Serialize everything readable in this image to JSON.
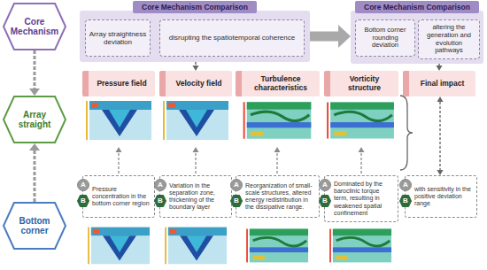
{
  "diagram": {
    "nodes": [
      {
        "text": [
          "Core Mechanism"
        ]
      },
      {
        "text": [
          "Array straight"
        ]
      },
      {
        "text": [
          "Bottom corner"
        ]
      },
      {
        "text": [
          "Core Mechanism Comparison"
        ]
      },
      {
        "text": [
          "Array straightness deviation"
        ],
        "in": 3
      },
      {
        "text": [
          "disrupting the spatiotemporal coherence"
        ],
        "in": 3
      },
      {
        "text": [
          "Core Mechanism Comparison"
        ]
      },
      {
        "text": [
          "Bottom corner rounding deviation"
        ],
        "in": 6
      },
      {
        "text": [
          "altering the generation and evolution pathways"
        ],
        "in": 6
      },
      {
        "text": [
          "Pressure field"
        ]
      },
      {
        "text": [
          "Velocity field"
        ]
      },
      {
        "text": [
          "Turbulence characteristics"
        ]
      },
      {
        "text": [
          "Vorticity structure"
        ]
      },
      {
        "text": [
          "Final impact"
        ]
      },
      {
        "text": [
          "Pressure concentration in the bottom corner region"
        ]
      },
      {
        "text": [
          "A"
        ],
        "in": 14
      },
      {
        "text": [
          "B"
        ],
        "in": 14
      },
      {
        "text": [
          "Variation in the separation zone, thickening of the boundary layer"
        ]
      },
      {
        "text": [
          "A"
        ],
        "in": 17
      },
      {
        "text": [
          "B"
        ],
        "in": 17
      },
      {
        "text": [
          "Reorganization of small-scale structures, altered energy redistribution in the dissipative range."
        ]
      },
      {
        "text": [
          "A"
        ],
        "in": 20
      },
      {
        "text": [
          "B"
        ],
        "in": 20
      },
      {
        "text": [
          "Dominated by the baroclinic torque term, resulting in weakened spatial confinement"
        ]
      },
      {
        "text": [
          "A"
        ],
        "in": 23
      },
      {
        "text": [
          "B"
        ],
        "in": 23
      },
      {
        "text": [
          "with sensitivity in the positive deviation range"
        ]
      },
      {
        "text": [
          "A"
        ],
        "in": 26
      },
      {
        "text": [
          "B"
        ],
        "in": 26
      }
    ],
    "edges": [
      {
        "from": 0,
        "to": 1,
        "arrow": "to"
      },
      {
        "from": 2,
        "to": 1,
        "arrow": "to"
      },
      {
        "from": 3,
        "to": 6,
        "arrow": "to"
      },
      {
        "from": 3,
        "to": 10,
        "arrow": "to"
      },
      {
        "from": 6,
        "to": 13,
        "arrow": "to"
      },
      {
        "from": 13,
        "to": 26,
        "arrow": "both"
      }
    ]
  }
}
